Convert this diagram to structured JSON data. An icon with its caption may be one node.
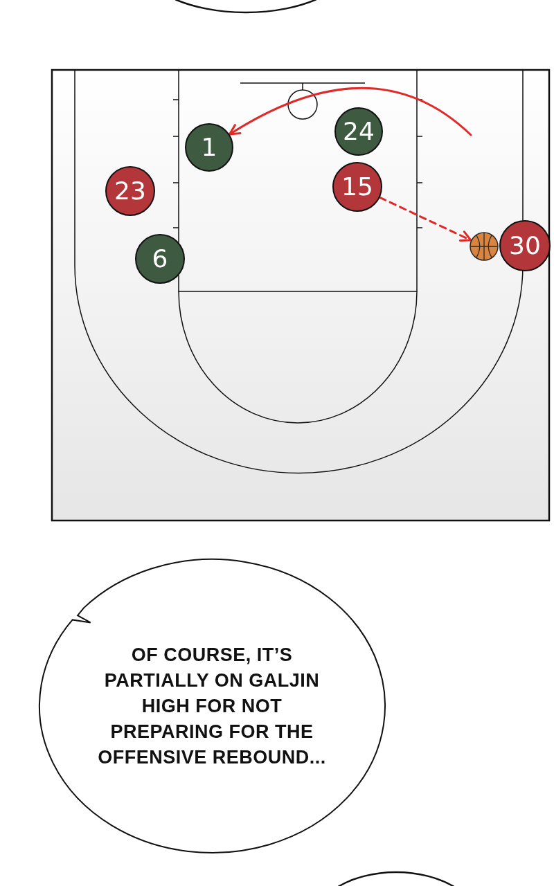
{
  "diagram": {
    "nodes": [
      {
        "text": [],
        "shape": "ellipse"
      },
      {
        "text": [
          "1"
        ]
      },
      {
        "text": [
          "24"
        ]
      },
      {
        "text": [
          "23"
        ]
      },
      {
        "text": [
          "15"
        ]
      },
      {
        "text": [
          "6"
        ]
      },
      {
        "text": [],
        "shape": "circle"
      },
      {
        "text": [
          "30"
        ]
      },
      {
        "text": [
          "OF COURSE, IT’S PARTIALLY ON GALJIN HIGH FOR NOT PREPARING FOR THE OFFENSIVE REBOUND..."
        ]
      },
      {
        "text": [],
        "shape": "ellipse"
      }
    ],
    "edges": [
      {
        "from": null,
        "to": 1,
        "arrow": "to"
      },
      {
        "from": 4,
        "to": 6,
        "arrow": "to",
        "style": "dashed"
      }
    ]
  }
}
